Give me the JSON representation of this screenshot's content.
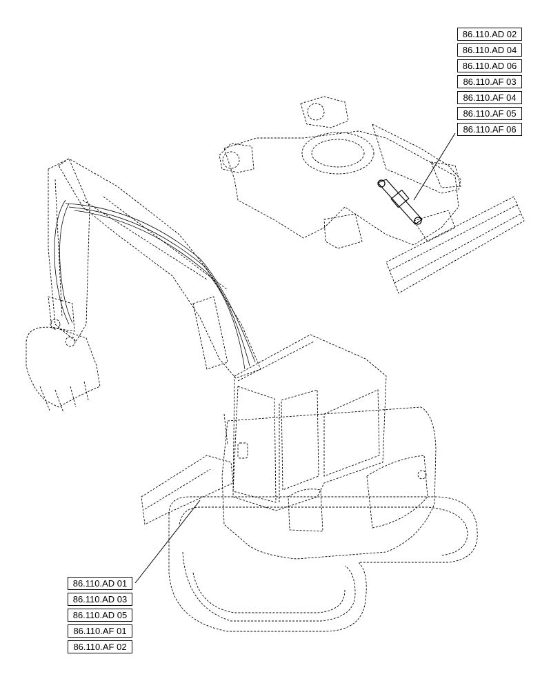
{
  "labels_top": [
    "86.110.AD 02",
    "86.110.AD 04",
    "86.110.AD 06",
    "86.110.AF 03",
    "86.110.AF 04",
    "86.110.AF 05",
    "86.110.AF 06"
  ],
  "labels_bottom": [
    "86.110.AD 01",
    "86.110.AD 03",
    "86.110.AD 05",
    "86.110.AF 01",
    "86.110.AF 02"
  ]
}
